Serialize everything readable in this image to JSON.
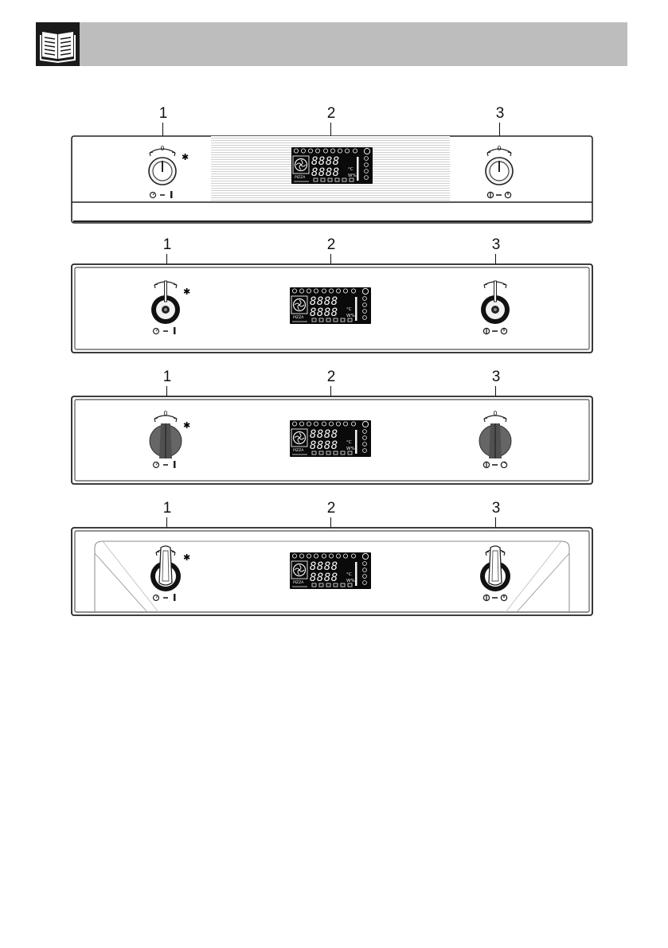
{
  "header": {
    "icon": "open-book-icon"
  },
  "panels": [
    {
      "id": "panel-1",
      "callouts": [
        "1",
        "2",
        "3"
      ],
      "variant": "stainless-striped",
      "knob_style": "round-rim"
    },
    {
      "id": "panel-2",
      "callouts": [
        "1",
        "2",
        "3"
      ],
      "variant": "glass-black-ring",
      "knob_style": "black-ring"
    },
    {
      "id": "panel-3",
      "callouts": [
        "1",
        "2",
        "3"
      ],
      "variant": "dark-knob",
      "knob_style": "dark-shield"
    },
    {
      "id": "panel-4",
      "callouts": [
        "1",
        "2",
        "3"
      ],
      "variant": "retro-arched",
      "knob_style": "lever"
    }
  ],
  "display_digits": [
    "8888",
    "8888"
  ],
  "display_labels": {
    "pizza": "PIZZA",
    "unit_c": "°C",
    "unit_w": "W%"
  },
  "colors": {
    "header_bg": "#bdbdbd",
    "icon_bg": "#1a1a1a",
    "knob_dark": "#666666",
    "display_bg": "#0a0a0a"
  }
}
